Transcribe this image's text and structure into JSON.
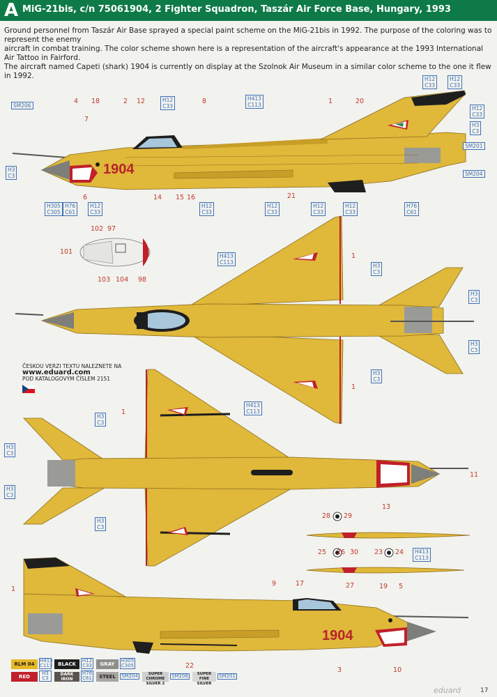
{
  "header": {
    "letter": "A",
    "title": "MiG-21bis, c/n 75061904, 2 Fighter Squadron, Taszár Air Force Base, Hungary, 1993"
  },
  "description": [
    "Ground personnel from Taszár Air Base sprayed a special paint scheme on the MiG-21bis in 1992. The purpose of the coloring was to represent the enemy",
    "aircraft in combat training. The color scheme shown here is a representation of the aircraft's appearance at the 1993 International Air Tattoo in Fairford.",
    "The aircraft named Capeti (shark) 1904 is currently on display at the Szolnok Air Museum in a similar color scheme to the one it flew in 1992."
  ],
  "aircraft_number": "1904",
  "colors": {
    "yellow": "#e0b83a",
    "yellow_dark": "#c89e28",
    "header_green": "#0e7a47",
    "red": "#b8232a",
    "gray": "#9a9a96",
    "black": "#1e1e1e",
    "code_blue": "#3b6fb5"
  },
  "callouts": {
    "top": [
      "4",
      "18",
      "7",
      "2",
      "12",
      "8",
      "1",
      "20",
      "6",
      "14",
      "15",
      "16",
      "21"
    ],
    "nose": [
      "102",
      "97",
      "101",
      "103",
      "104",
      "98"
    ],
    "upper_plan": [
      "1",
      "1"
    ],
    "lower_plan": [
      "1",
      "11",
      "13"
    ],
    "tanks": [
      "28",
      "29",
      "25",
      "26",
      "30",
      "23",
      "24",
      "27"
    ],
    "bottom": [
      "1",
      "9",
      "17",
      "19",
      "5",
      "22",
      "3",
      "10"
    ]
  },
  "codes": {
    "sm206": [
      "SM206"
    ],
    "h3c3": [
      "H3",
      "C3"
    ],
    "h12c33": [
      "H12",
      "C33"
    ],
    "h413c113": [
      "H413",
      "C113"
    ],
    "h305c305": [
      "H305",
      "C305"
    ],
    "h76c61": [
      "H76",
      "C61"
    ],
    "sm201": [
      "SM201"
    ],
    "sm204": [
      "SM204"
    ]
  },
  "czech_note": {
    "line1": "ČESKOU VERZI TEXTU NALEZNETE NA",
    "web": "www.eduard.com",
    "line3": "POD KATALOGOVÝM ČÍSLEM 2151"
  },
  "legend": [
    {
      "name": "RLM 04",
      "codes": [
        "H413",
        "C113"
      ],
      "color": "#e6b826",
      "text": "#222"
    },
    {
      "name": "BLACK",
      "codes": [
        "H12",
        "C33"
      ],
      "color": "#1e1e1e",
      "text": "#fff"
    },
    {
      "name": "GRAY",
      "codes": [
        "H305",
        "C305"
      ],
      "color": "#8e8e8a",
      "text": "#fff"
    },
    {
      "name": "RED",
      "codes": [
        "H3",
        "C3"
      ],
      "color": "#c0202a",
      "text": "#fff"
    },
    {
      "name": "DARK IRON",
      "codes": [
        "H76",
        "C61"
      ],
      "color": "#5a5450",
      "text": "#fff"
    },
    {
      "name": "STEEL",
      "codes": [
        "SM204"
      ],
      "color": "#a8a6a2",
      "text": "#222"
    },
    {
      "name": "SUPER CHROME SILVER 2",
      "codes": [
        "SM206"
      ],
      "color": "#cfcfcf",
      "text": "#222"
    },
    {
      "name": "SUPER FINE SILVER",
      "codes": [
        "SM201"
      ],
      "color": "#d8d8d6",
      "text": "#222"
    }
  ],
  "brand": "eduard",
  "page_number": "17"
}
